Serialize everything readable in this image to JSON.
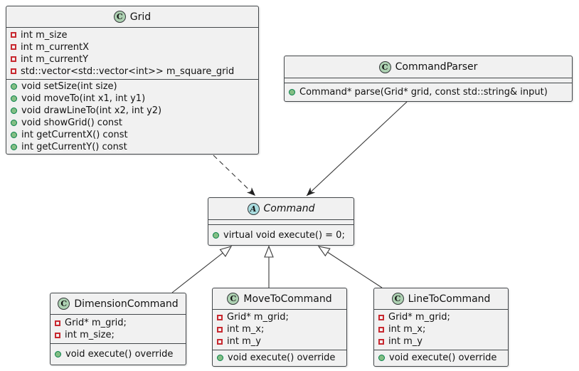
{
  "diagram": {
    "kind": "uml-class-diagram",
    "background": "#FFFFFF"
  },
  "colors": {
    "box_fill": "#F1F1F1",
    "box_border": "#43474A",
    "class_icon_bg": "#ADD1B2",
    "abstract_icon_bg": "#A9DCDF",
    "private_icon_red": "#C82930",
    "public_icon_green": "#84BE84",
    "public_icon_border": "#038048",
    "edge_color": "#383838"
  },
  "icons": {
    "class_letter": "C",
    "abstract_letter": "A"
  },
  "classes": [
    {
      "id": "grid",
      "name": "Grid",
      "kind": "class",
      "fields": [
        "int m_size",
        "int m_currentX",
        "int m_currentY",
        "std::vector<std::vector<int>> m_square_grid"
      ],
      "methods": [
        "void setSize(int size)",
        "void moveTo(int x1, int y1)",
        "void drawLineTo(int x2, int y2)",
        "void showGrid() const",
        "int getCurrentX() const",
        "int getCurrentY() const"
      ]
    },
    {
      "id": "command-parser",
      "name": "CommandParser",
      "kind": "class",
      "fields": [],
      "methods": [
        "Command* parse(Grid* grid, const std::string& input)"
      ]
    },
    {
      "id": "command",
      "name": "Command",
      "kind": "abstract",
      "fields": [],
      "methods": [
        "virtual void execute() = 0;"
      ]
    },
    {
      "id": "dimension-command",
      "name": "DimensionCommand",
      "kind": "class",
      "fields": [
        "Grid* m_grid;",
        "int m_size;"
      ],
      "methods": [
        "void execute() override"
      ]
    },
    {
      "id": "move-to-command",
      "name": "MoveToCommand",
      "kind": "class",
      "fields": [
        "Grid* m_grid;",
        "int m_x;",
        "int m_y"
      ],
      "methods": [
        "void execute() override"
      ]
    },
    {
      "id": "line-to-command",
      "name": "LineToCommand",
      "kind": "class",
      "fields": [
        "Grid* m_grid;",
        "int m_x;",
        "int m_y"
      ],
      "methods": [
        "void execute() override"
      ]
    }
  ],
  "relations": [
    {
      "from": "Grid",
      "to": "Command",
      "type": "dependency",
      "line": "dashed",
      "arrowhead": "open-arrow"
    },
    {
      "from": "CommandParser",
      "to": "Command",
      "type": "dependency",
      "line": "solid",
      "arrowhead": "open-arrow"
    },
    {
      "from": "DimensionCommand",
      "to": "Command",
      "type": "inheritance",
      "line": "solid",
      "arrowhead": "hollow-triangle"
    },
    {
      "from": "MoveToCommand",
      "to": "Command",
      "type": "inheritance",
      "line": "solid",
      "arrowhead": "hollow-triangle"
    },
    {
      "from": "LineToCommand",
      "to": "Command",
      "type": "inheritance",
      "line": "solid",
      "arrowhead": "hollow-triangle"
    }
  ]
}
